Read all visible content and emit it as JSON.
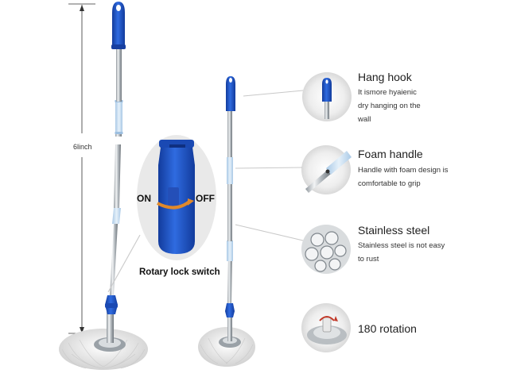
{
  "dimension": {
    "label": "6linch"
  },
  "rotary_lock": {
    "on_label": "ON",
    "off_label": "OFF",
    "caption": "Rotary lock switch"
  },
  "features": [
    {
      "title": "Hang hook",
      "desc_lines": [
        "It ismore hyaienic",
        "dry hanging on the",
        "wall"
      ]
    },
    {
      "title": "Foam handle",
      "desc_lines": [
        "Handle with foam design is",
        "comfortable to grip"
      ]
    },
    {
      "title": "Stainless steel",
      "desc_lines": [
        "Stainless steel  is  not easy",
        "to rust"
      ]
    },
    {
      "title": "180 rotation",
      "desc_lines": []
    }
  ],
  "colors": {
    "handle_blue": "#1f55c8",
    "foam_light_blue": "#cfe3f3",
    "steel": "#bfc4c8",
    "mop_head": "#e9e9ea"
  }
}
